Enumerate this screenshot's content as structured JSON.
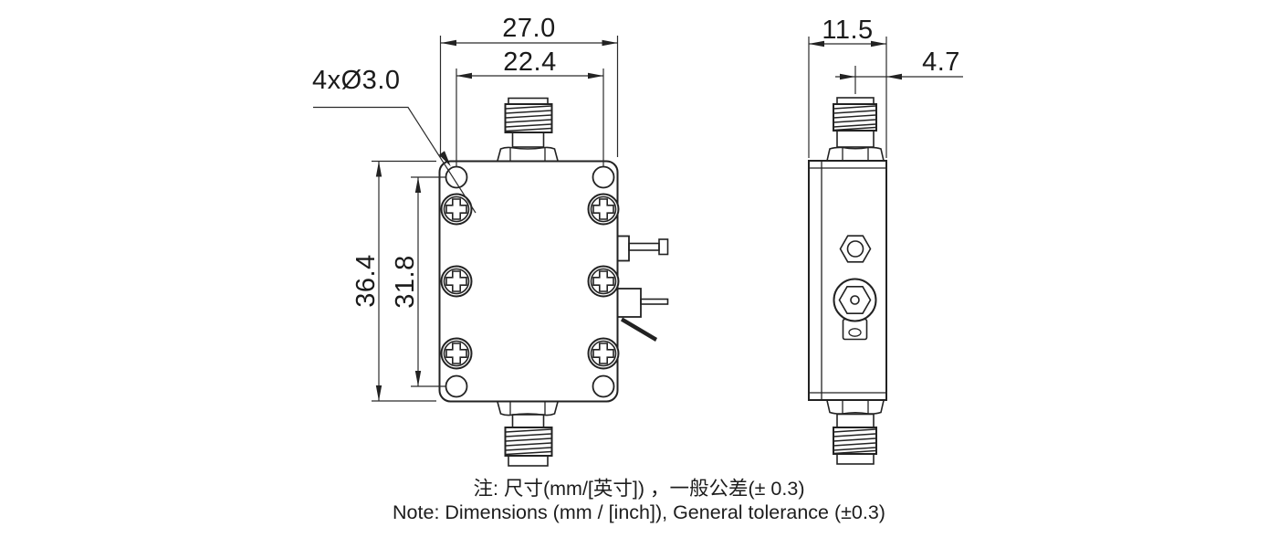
{
  "colors": {
    "line": "#222222",
    "text": "#1a1a1a"
  },
  "front_view": {
    "dim_width_outer": "27.0",
    "dim_width_inner": "22.4",
    "dim_height_outer": "36.4",
    "dim_height_inner": "31.8",
    "hole_callout": "4xØ3.0"
  },
  "side_view": {
    "dim_width": "11.5",
    "dim_offset": "4.7"
  },
  "footnote": {
    "line1": "注: 尺寸(mm/[英寸]) ，一般公差(± 0.3)",
    "line2": "Note: Dimensions (mm / [inch]), General tolerance (±0.3)"
  }
}
